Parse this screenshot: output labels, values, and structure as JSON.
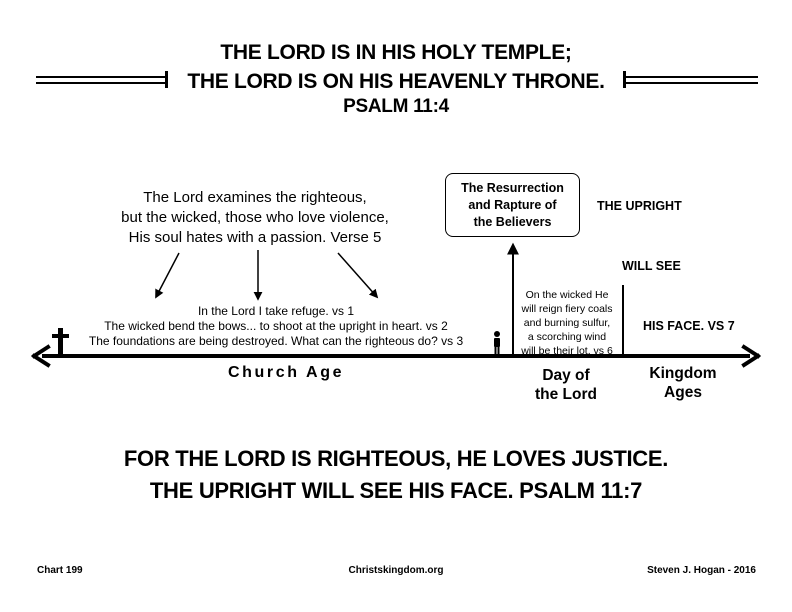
{
  "header": {
    "line1": "THE LORD IS IN HIS HOLY TEMPLE;",
    "line2": "THE LORD IS ON HIS HEAVENLY THRONE.",
    "reference": "PSALM 11:4"
  },
  "examine_text": {
    "line1": "The Lord examines the righteous,",
    "line2": "but the wicked, those who love violence,",
    "line3": "His soul hates with a passion. Verse 5"
  },
  "refuge_text": {
    "line1": "In the Lord I take refuge. vs 1",
    "line2": "The wicked bend the bows... to shoot at the upright in heart. vs 2",
    "line3": "The foundations are being destroyed. What can the righteous do? vs 3"
  },
  "rapture_box": {
    "line1": "The Resurrection",
    "line2": "and Rapture of",
    "line3": "the Believers"
  },
  "wicked_note": {
    "line1": "On the wicked He",
    "line2": "will reign fiery coals",
    "line3": "and burning sulfur,",
    "line4": "a scorching wind",
    "line5": "will be their lot. vs 6"
  },
  "upright_labels": {
    "upright": "THE UPRIGHT",
    "will_see": "WILL SEE",
    "his_face": "HIS FACE. VS 7"
  },
  "timeline": {
    "church_age": "Church Age",
    "day_line1": "Day of",
    "day_line2": "the Lord",
    "kingdom_line1": "Kingdom",
    "kingdom_line2": "Ages"
  },
  "footer_statement": {
    "line1": "FOR THE LORD IS RIGHTEOUS, HE LOVES JUSTICE.",
    "line2": "THE UPRIGHT WILL SEE HIS FACE. PSALM 11:7"
  },
  "footer": {
    "chart": "Chart 199",
    "site": "Christskingdom.org",
    "author": "Steven J. Hogan - 2016"
  },
  "icons": {
    "cross": "cross-icon",
    "person": "person-icon"
  },
  "colors": {
    "ink": "#000000",
    "background": "#ffffff"
  }
}
